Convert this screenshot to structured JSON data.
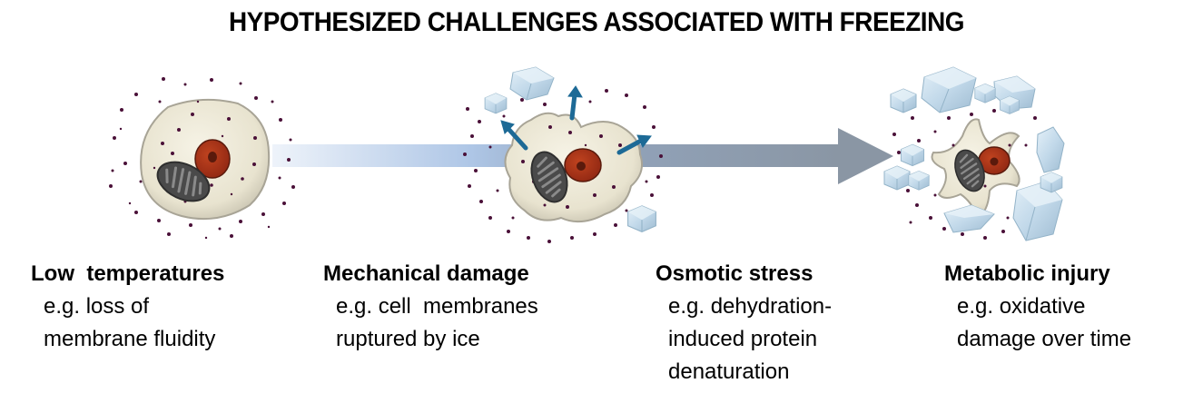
{
  "title": "HYPOTHESIZED CHALLENGES ASSOCIATED WITH FREEZING",
  "colors": {
    "arrow_start": "#e6edf8",
    "arrow_mid": "#aec6e6",
    "arrow_end": "#8a96a4",
    "cell_fill": "#ebe6d3",
    "cell_edge": "#a8a496",
    "nucleus": "#a8321a",
    "nucleolus": "#5a1a0c",
    "mitochondrion": "#4a4a4a",
    "solute_dot": "#4a1038",
    "ice": "#c4dbea",
    "ice_edge": "#93b3c8",
    "water_arrow": "#1d6a96"
  },
  "stages": [
    {
      "heading": "Low  temperatures",
      "lines": [
        "e.g. loss of",
        "membrane fluidity"
      ],
      "illustration": "intact-cell"
    },
    {
      "heading": "Mechanical damage",
      "lines": [
        "e.g. cell  membranes",
        "ruptured by ice"
      ],
      "illustration": "cell-with-ice-and-efflux-arrows"
    },
    {
      "heading": "Osmotic stress",
      "lines": [
        "e.g. dehydration-",
        "induced protein",
        "denaturation"
      ],
      "illustration": null
    },
    {
      "heading": "Metabolic injury",
      "lines": [
        "e.g. oxidative",
        "damage over time"
      ],
      "illustration": "shrunken-cell-surrounded-by-ice"
    }
  ],
  "progress_arrow": {
    "direction": "right",
    "label": ""
  }
}
